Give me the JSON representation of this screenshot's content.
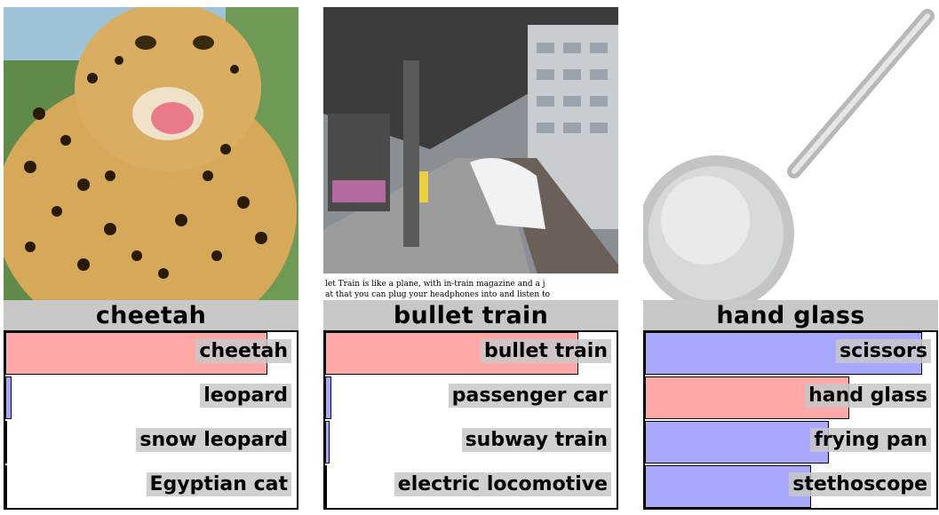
{
  "panels": [
    {
      "title": "cheetah",
      "image_icon": "cheetah-photo",
      "bars": [
        {
          "label": "cheetah",
          "value": 0.9,
          "color": "#ffa8a8"
        },
        {
          "label": "leopard",
          "value": 0.02,
          "color": "#a8a8ff"
        },
        {
          "label": "snow leopard",
          "value": 0.0,
          "color": "#a8a8ff"
        },
        {
          "label": "Egyptian cat",
          "value": 0.0,
          "color": "#a8a8ff"
        }
      ]
    },
    {
      "title": "bullet train",
      "image_icon": "bullet-train-photo",
      "caption_lines": [
        "let Train is like a plane, with in-train magazine and a j",
        "at that you can plug your headphones into and listen to"
      ],
      "bars": [
        {
          "label": "bullet train",
          "value": 0.87,
          "color": "#ffa8a8"
        },
        {
          "label": "passenger car",
          "value": 0.02,
          "color": "#a8a8ff"
        },
        {
          "label": "subway train",
          "value": 0.01,
          "color": "#a8a8ff"
        },
        {
          "label": "electric locomotive",
          "value": 0.0,
          "color": "#a8a8ff"
        }
      ]
    },
    {
      "title": "hand glass",
      "image_icon": "magnifying-glass-photo",
      "bars": [
        {
          "label": "scissors",
          "value": 0.95,
          "color": "#a8a8ff"
        },
        {
          "label": "hand glass",
          "value": 0.7,
          "color": "#ffa8a8"
        },
        {
          "label": "frying pan",
          "value": 0.63,
          "color": "#a8a8ff"
        },
        {
          "label": "stethoscope",
          "value": 0.57,
          "color": "#a8a8ff"
        }
      ]
    }
  ]
}
